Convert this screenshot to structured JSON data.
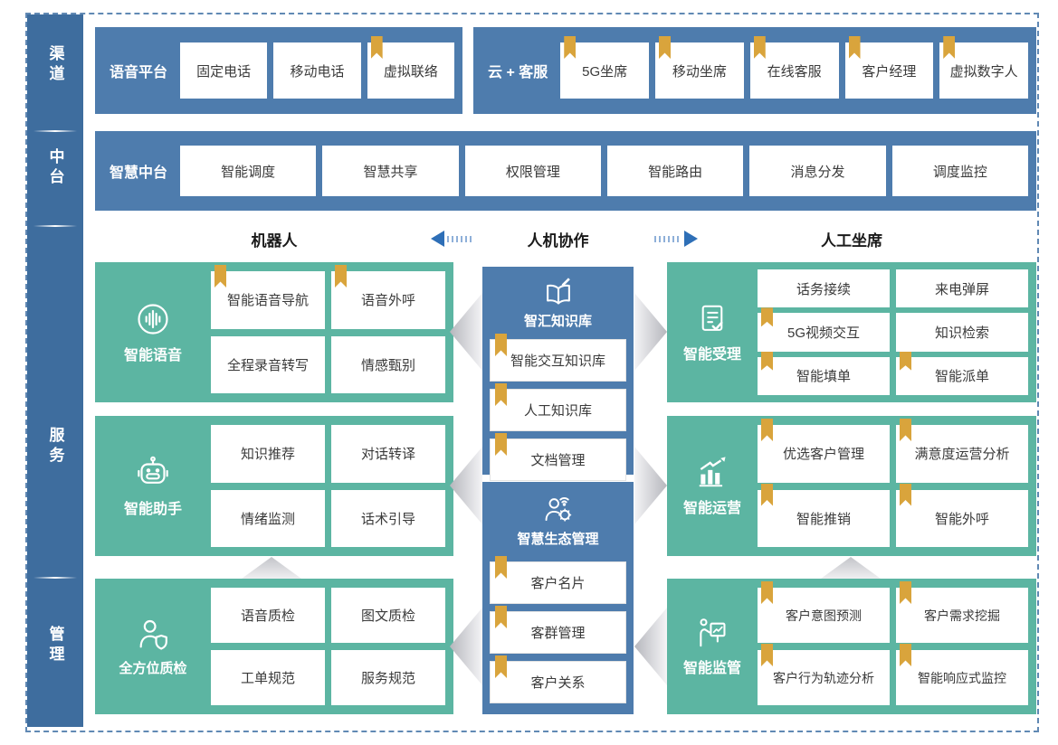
{
  "sidebar": {
    "items": [
      {
        "label": "渠道"
      },
      {
        "label": "中台"
      },
      {
        "label": "服务"
      },
      {
        "label": "管理"
      }
    ]
  },
  "channel": {
    "voice": {
      "label": "语音平台",
      "items": [
        {
          "text": "固定电话",
          "bookmark": false
        },
        {
          "text": "移动电话",
          "bookmark": false
        },
        {
          "text": "虚拟联络",
          "bookmark": true
        }
      ]
    },
    "cloud": {
      "label": "云 + 客服",
      "items": [
        {
          "text": "5G坐席",
          "bookmark": true
        },
        {
          "text": "移动坐席",
          "bookmark": true
        },
        {
          "text": "在线客服",
          "bookmark": true
        },
        {
          "text": "客户经理",
          "bookmark": true
        },
        {
          "text": "虚拟数字人",
          "bookmark": true
        }
      ]
    }
  },
  "midplatform": {
    "label": "智慧中台",
    "items": [
      {
        "text": "智能调度"
      },
      {
        "text": "智慧共享"
      },
      {
        "text": "权限管理"
      },
      {
        "text": "智能路由"
      },
      {
        "text": "消息分发"
      },
      {
        "text": "调度监控"
      }
    ]
  },
  "collab": {
    "left": "机器人",
    "center": "人机协作",
    "right": "人工坐席"
  },
  "robot": [
    {
      "title": "智能语音",
      "icon": "voice-icon",
      "items": [
        {
          "text": "智能语音导航",
          "bookmark": true
        },
        {
          "text": "语音外呼",
          "bookmark": true
        },
        {
          "text": "全程录音转写",
          "bookmark": false
        },
        {
          "text": "情感甄别",
          "bookmark": false
        }
      ]
    },
    {
      "title": "智能助手",
      "icon": "robot-icon",
      "items": [
        {
          "text": "知识推荐",
          "bookmark": false
        },
        {
          "text": "对话转译",
          "bookmark": false
        },
        {
          "text": "情绪监测",
          "bookmark": false
        },
        {
          "text": "话术引导",
          "bookmark": false
        }
      ]
    },
    {
      "title": "全方位质检",
      "icon": "quality-inspector-icon",
      "items": [
        {
          "text": "语音质检",
          "bookmark": false
        },
        {
          "text": "图文质检",
          "bookmark": false
        },
        {
          "text": "工单规范",
          "bookmark": false
        },
        {
          "text": "服务规范",
          "bookmark": false
        }
      ]
    }
  ],
  "center": [
    {
      "title": "智汇知识库",
      "icon": "knowledge-book-icon",
      "items": [
        {
          "text": "智能交互知识库",
          "bookmark": true
        },
        {
          "text": "人工知识库",
          "bookmark": true
        },
        {
          "text": "文档管理",
          "bookmark": true
        }
      ]
    },
    {
      "title": "智慧生态管理",
      "icon": "ecosystem-icon",
      "items": [
        {
          "text": "客户名片",
          "bookmark": true
        },
        {
          "text": "客群管理",
          "bookmark": true
        },
        {
          "text": "客户关系",
          "bookmark": true
        }
      ]
    }
  ],
  "agent": [
    {
      "title": "智能受理",
      "icon": "document-check-icon",
      "items": [
        {
          "text": "话务接续",
          "bookmark": false
        },
        {
          "text": "来电弹屏",
          "bookmark": false
        },
        {
          "text": "5G视频交互",
          "bookmark": true
        },
        {
          "text": "知识检索",
          "bookmark": false
        },
        {
          "text": "智能填单",
          "bookmark": true
        },
        {
          "text": "智能派单",
          "bookmark": true
        }
      ]
    },
    {
      "title": "智能运营",
      "icon": "growth-chart-icon",
      "items": [
        {
          "text": "优选客户管理",
          "bookmark": true
        },
        {
          "text": "满意度运营分析",
          "bookmark": true
        },
        {
          "text": "智能推销",
          "bookmark": true
        },
        {
          "text": "智能外呼",
          "bookmark": true
        }
      ]
    },
    {
      "title": "智能监管",
      "icon": "presenter-board-icon",
      "items": [
        {
          "text": "客户意图预测",
          "bookmark": true
        },
        {
          "text": "客户需求挖掘",
          "bookmark": true
        },
        {
          "text": "客户行为轨迹分析",
          "bookmark": true
        },
        {
          "text": "智能响应式监控",
          "bookmark": true
        }
      ]
    }
  ],
  "colors": {
    "panel_blue": "#4e7cad",
    "sidebar_blue": "#3e6d9e",
    "teal_green": "#5cb5a2",
    "bookmark_gold": "#d9a43c",
    "arrow_blue": "#2e6fb7",
    "frame_dash": "#6189b4"
  }
}
